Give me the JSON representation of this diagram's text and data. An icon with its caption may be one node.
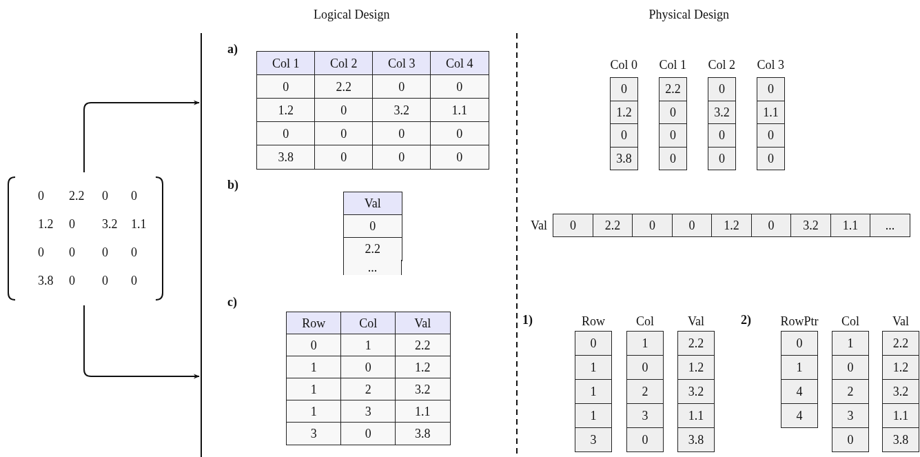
{
  "diagram": {
    "nodes": [
      {
        "text": [
          "0",
          "2.2",
          "0",
          "0",
          "1.2",
          "0",
          "3.2",
          "1.1",
          "0",
          "0",
          "0",
          "0",
          "3.8",
          "0",
          "0",
          "0"
        ]
      },
      {
        "text": [],
        "shape": "bar"
      }
    ],
    "edges": [
      {
        "from": 0,
        "to": 1,
        "arrow": "to"
      },
      {
        "from": 0,
        "to": 1,
        "arrow": "to"
      }
    ],
    "labels": [
      "Logical Design",
      "Physical Design",
      "a)",
      "Col 1",
      "Col 2",
      "Col 3",
      "Col 4",
      "0",
      "2.2",
      "0",
      "0",
      "1.2",
      "0",
      "3.2",
      "1.1",
      "0",
      "0",
      "0",
      "0",
      "3.8",
      "0",
      "0",
      "0",
      "Col 0",
      "Col 1",
      "Col 2",
      "Col 3",
      "0",
      "2.2",
      "0",
      "0",
      "1.2",
      "0",
      "3.2",
      "1.1",
      "0",
      "0",
      "0",
      "0",
      "3.8",
      "0",
      "0",
      "0",
      "b)",
      "Val",
      "0",
      "2.2",
      "...",
      "Val",
      "0",
      "2.2",
      "0",
      "0",
      "1.2",
      "0",
      "3.2",
      "1.1",
      "...",
      "c)",
      "Row",
      "Col",
      "Val",
      "0",
      "1",
      "2.2",
      "1",
      "0",
      "1.2",
      "1",
      "2",
      "3.2",
      "1",
      "3",
      "1.1",
      "3",
      "0",
      "3.8",
      "1)",
      "Row",
      "Col",
      "Val",
      "0",
      "1",
      "2.2",
      "1",
      "0",
      "1.2",
      "1",
      "2",
      "3.2",
      "1",
      "3",
      "1.1",
      "3",
      "0",
      "3.8",
      "2)",
      "RowPtr",
      "Col",
      "Val",
      "0",
      "1",
      "2.2",
      "1",
      "0",
      "1.2",
      "4",
      "2",
      "3.2",
      "4",
      "3",
      "1.1",
      "0",
      "3.8"
    ]
  }
}
